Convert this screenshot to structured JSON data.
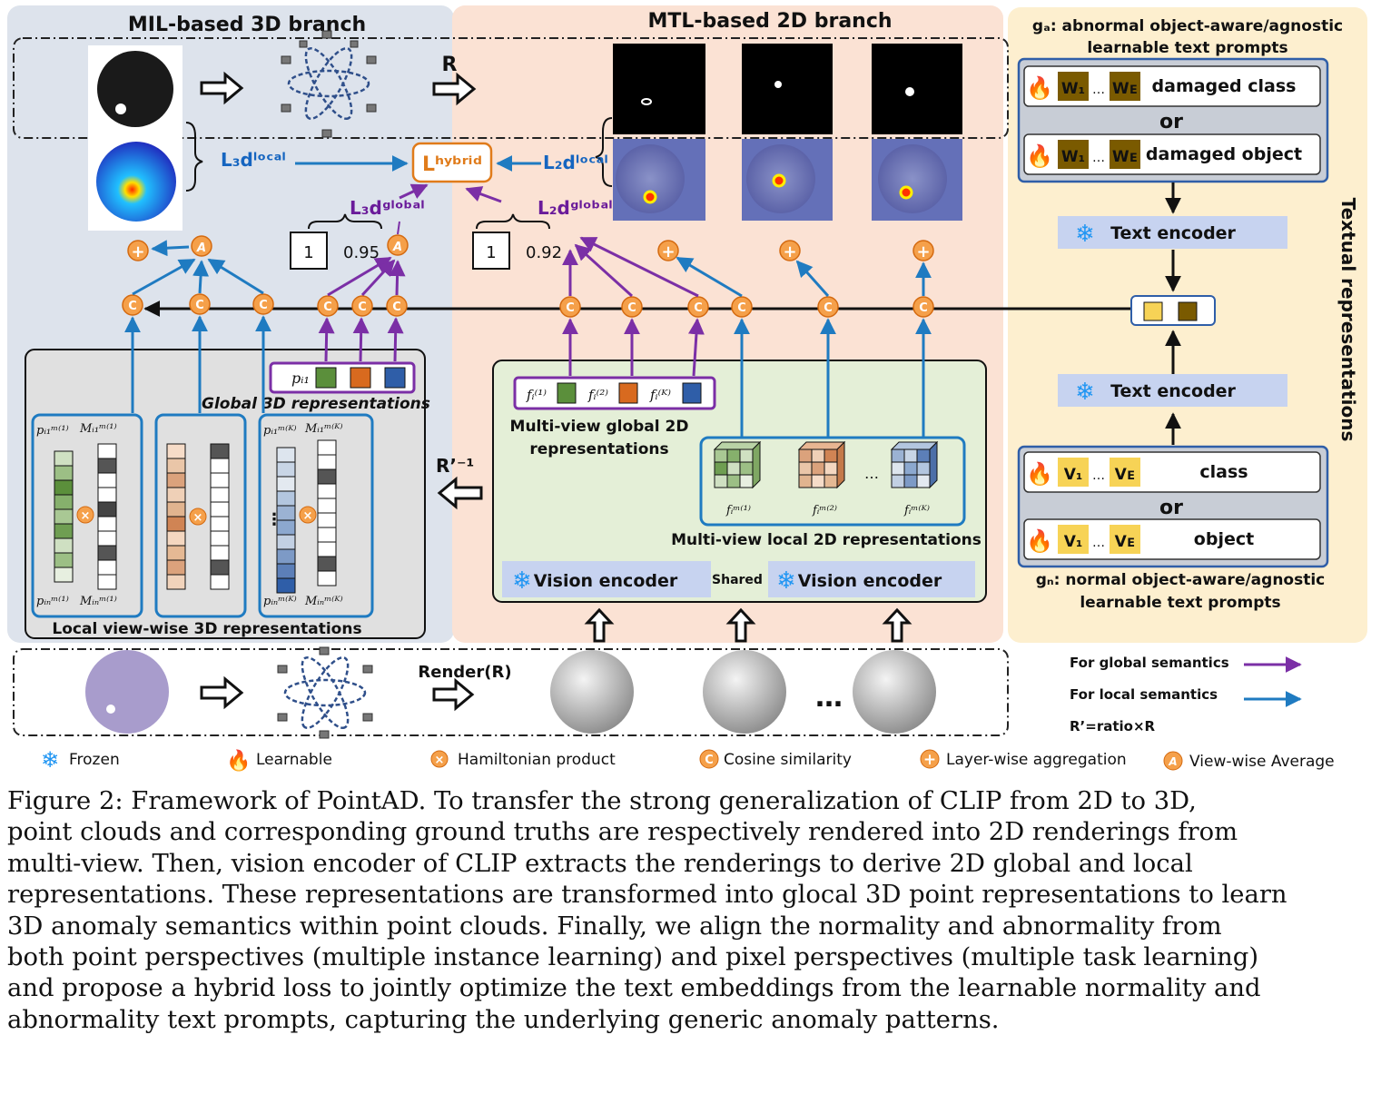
{
  "branches": {
    "mil_title": "MIL-based 3D branch",
    "mtl_title": "MTL-based 2D branch"
  },
  "prompts": {
    "ga_title_line1": "gₐ: abnormal object-aware/agnostic",
    "ga_title_line2": "learnable text prompts",
    "gn_title_line1": "gₙ: normal object-aware/agnostic",
    "gn_title_line2": "learnable text prompts",
    "w1": "W₁",
    "we": "Wᴇ",
    "v1": "V₁",
    "ve": "Vᴇ",
    "dots": "…",
    "damaged_class": "damaged class",
    "damaged_object": "damaged object",
    "class": "class",
    "object": "object",
    "or": "or",
    "text_encoder": "Text encoder",
    "textual_representations": "Textual representations"
  },
  "losses": {
    "l3d_local": "L₃dˡᵒᶜᵃˡ",
    "l2d_local": "L₂dˡᵒᶜᵃˡ",
    "l3d_global": "L₃dᵍˡᵒᵇᵃˡ",
    "l2d_global": "L₂dᵍˡᵒᵇᵃˡ",
    "lhybrid": "Lʰʸᵇʳⁱᵈ"
  },
  "values": {
    "one_a": "1",
    "v095": "0.95",
    "one_b": "1",
    "v092": "0.92"
  },
  "ops": {
    "r": "R",
    "r_inv": "R’⁻¹",
    "render": "Render(R)",
    "shared": "Shared",
    "vision_encoder": "Vision encoder",
    "ellipsis": "…"
  },
  "labels": {
    "global_3d": "Global 3D representations",
    "local_3d": "Local view-wise 3D representations",
    "multi_global_2d_1": "Multi-view global 2D",
    "multi_global_2d_2": "representations",
    "multi_local_2d": "Multi-view local 2D representations",
    "p_i1": "pᵢ₁",
    "p_top": "pᵢ₁ᵐ⁽¹⁾",
    "m_top": "Mᵢ₁ᵐ⁽¹⁾",
    "p_bot": "pᵢₙᵐ⁽¹⁾",
    "m_bot": "Mᵢₙᵐ⁽¹⁾",
    "pk_top": "pᵢ₁ᵐ⁽ᴷ⁾",
    "mk_top": "Mᵢ₁ᵐ⁽ᴷ⁾",
    "pk_bot": "pᵢₙᵐ⁽ᴷ⁾",
    "mk_bot": "Mᵢₙᵐ⁽ᴷ⁾",
    "f1": "fᵢ⁽¹⁾",
    "f2": "fᵢ⁽²⁾",
    "fk": "fᵢ⁽ᴷ⁾",
    "fm1": "fᵢᵐ⁽¹⁾",
    "fm2": "fᵢᵐ⁽²⁾",
    "fmk": "fᵢᵐ⁽ᴷ⁾"
  },
  "legend": {
    "global_semantics": "For global semantics",
    "local_semantics": "For local semantics",
    "r_prime": "R’=ratio×R",
    "frozen": "Frozen",
    "learnable": "Learnable",
    "hamiltonian": "Hamiltonian product",
    "cosine": "Cosine similarity",
    "layer_agg": "Layer-wise aggregation",
    "view_avg": "View-wise Average"
  },
  "icons": {
    "frozen": "snowflake-icon",
    "learnable": "flame-icon",
    "hamiltonian": "hamiltonian-product-icon",
    "cosine": "cosine-similarity-icon",
    "layer_agg": "layer-aggregation-icon",
    "view_avg": "view-average-icon"
  },
  "colors": {
    "mil_bg": "#dde3ec",
    "mtl_bg": "#fbe2d4",
    "text_bg": "#fdefcf",
    "global_arrow": "#7b2fa6",
    "local_arrow": "#1f7bc1",
    "node_orange": "#f5a04a"
  },
  "caption": {
    "line1": "Figure 2: Framework of PointAD. To transfer the strong generalization of CLIP from 2D to 3D,",
    "line2": "point clouds and corresponding ground truths are respectively rendered into 2D renderings from",
    "line3": "multi-view.  Then, vision encoder of CLIP extracts the renderings to derive 2D global and local",
    "line4": "representations. These representations are transformed into glocal 3D point representations to learn",
    "line5": "3D anomaly semantics within point clouds. Finally, we align the normality and abnormality from",
    "line6": "both point perspectives (multiple instance learning) and pixel perspectives (multiple task learning)",
    "line7": "and propose a hybrid loss to jointly optimize the text embeddings from the learnable normality and",
    "line8": "abnormality text prompts, capturing the underlying generic anomaly patterns."
  }
}
